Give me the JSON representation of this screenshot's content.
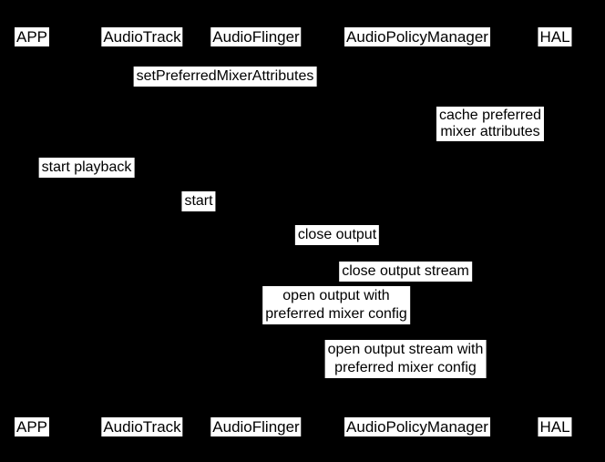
{
  "colors": {
    "background": "#000000",
    "label_bg": "#ffffff",
    "label_text": "#000000"
  },
  "diagram": {
    "type": "sequence-diagram",
    "participants": [
      {
        "label": "APP"
      },
      {
        "label": "AudioTrack"
      },
      {
        "label": "AudioFlinger"
      },
      {
        "label": "AudioPolicyManager"
      },
      {
        "label": "HAL"
      }
    ],
    "messages": [
      {
        "label": "setPreferredMixerAttributes"
      },
      {
        "label": "cache preferred\nmixer attributes"
      },
      {
        "label": "start playback"
      },
      {
        "label": "start"
      },
      {
        "label": "close output"
      },
      {
        "label": "close output stream"
      },
      {
        "label": "open output with\npreferred mixer config"
      },
      {
        "label": "open output stream with\npreferred mixer config"
      }
    ]
  }
}
